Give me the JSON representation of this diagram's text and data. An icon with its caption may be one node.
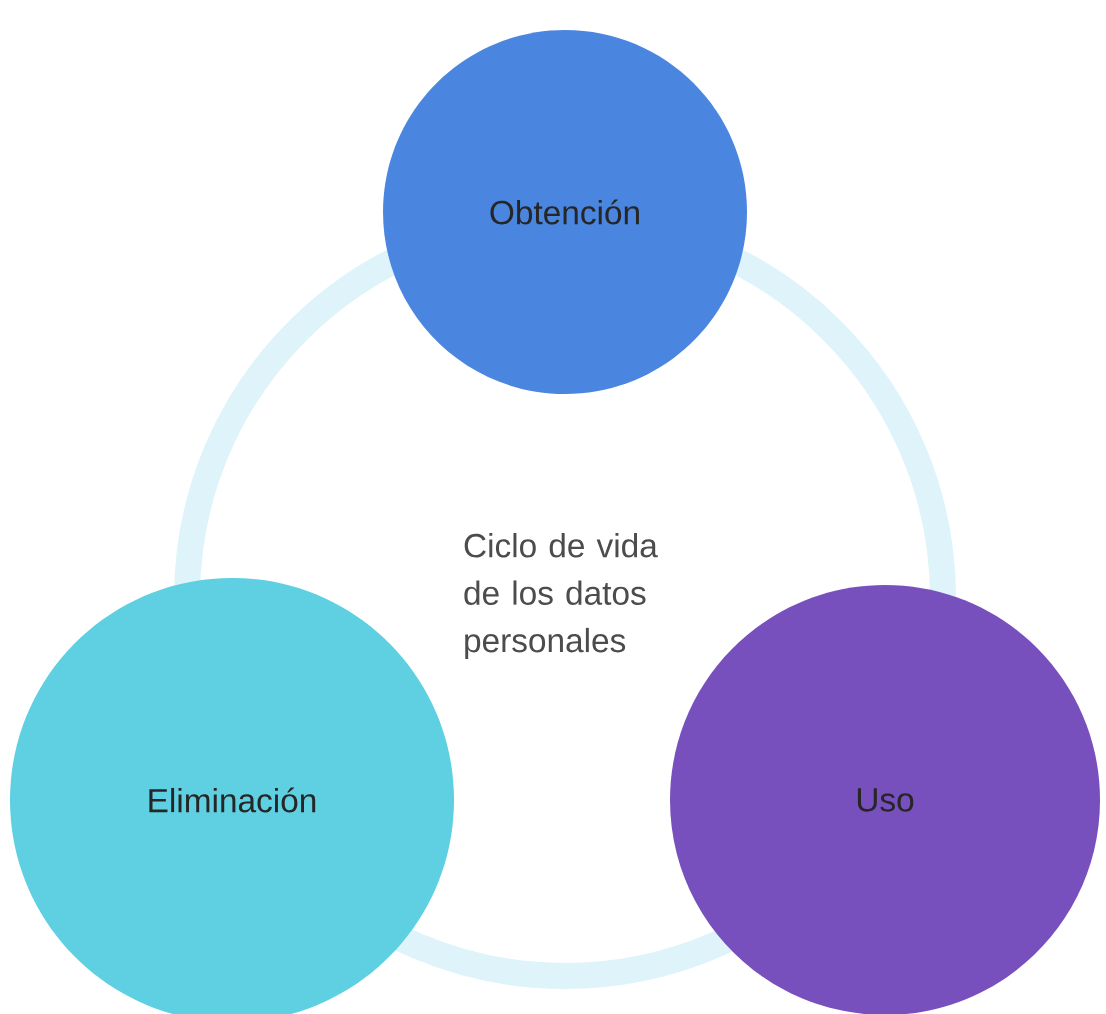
{
  "diagram": {
    "nodes": [
      {
        "text": [
          "Obtención"
        ]
      },
      {
        "text": [
          "Uso"
        ]
      },
      {
        "text": [
          "Eliminación"
        ]
      }
    ],
    "labels": [
      "Ciclo de vida de los datos personales"
    ]
  }
}
